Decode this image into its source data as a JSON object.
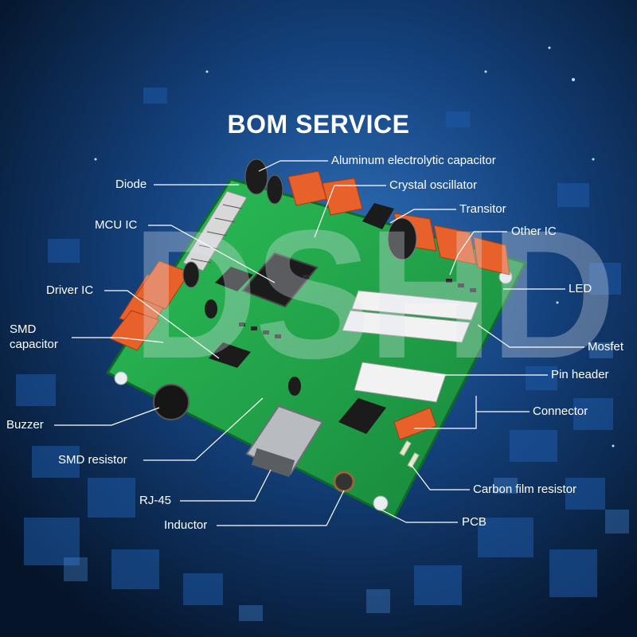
{
  "title": "BOM SERVICE",
  "watermark": "DSHD",
  "labels": {
    "aluminum_capacitor": "Aluminum electrolytic capacitor",
    "diode": "Diode",
    "crystal_oscillator": "Crystal oscillator",
    "transitor": "Transitor",
    "mcu_ic": "MCU IC",
    "other_ic": "Other IC",
    "driver_ic": "Driver IC",
    "led": "LED",
    "smd_capacitor_1": "SMD",
    "smd_capacitor_2": "capacitor",
    "mosfet": "Mosfet",
    "pin_header": "Pin header",
    "buzzer": "Buzzer",
    "connector": "Connector",
    "smd_resistor": "SMD resistor",
    "carbon_film_resistor": "Carbon film resistor",
    "rj45": "RJ-45",
    "pcb": "PCB",
    "inductor": "Inductor"
  },
  "colors": {
    "background": "#0a2a5a",
    "pcb_green": "#22a84a",
    "connector_orange": "#e8602a",
    "text": "#ffffff"
  }
}
